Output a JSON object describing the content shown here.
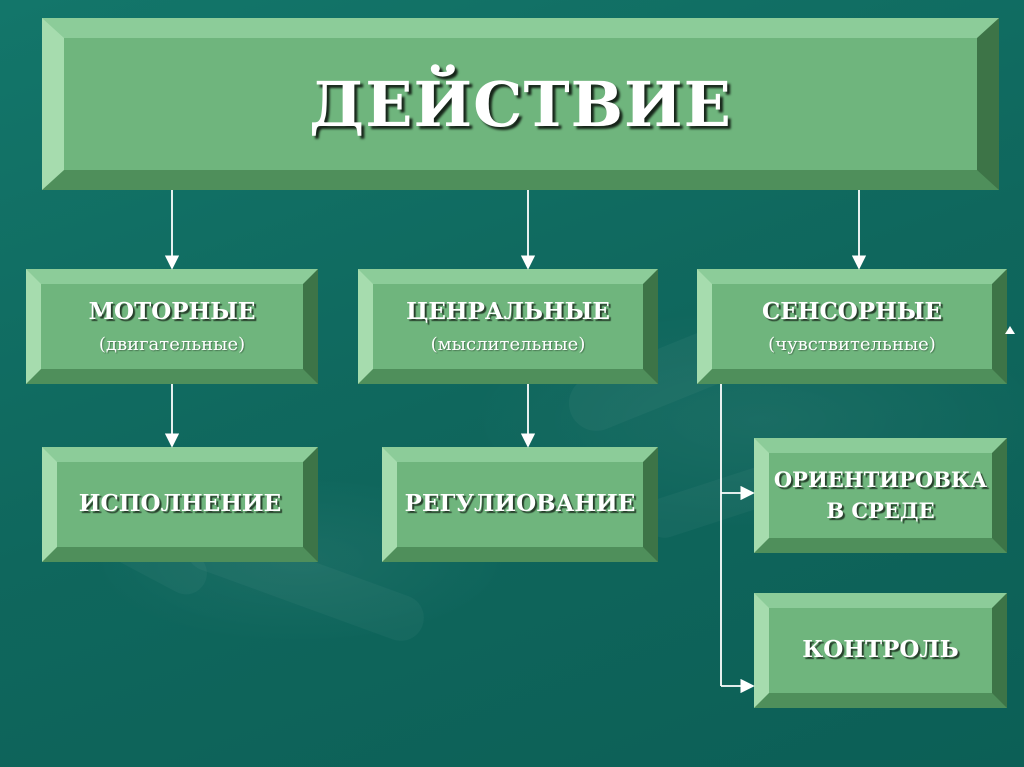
{
  "diagram": {
    "title": "ДЕЙСТВИЕ",
    "branches": [
      {
        "title": "МОТОРНЫЕ",
        "subtitle": "(двигательные)",
        "child": "ИСПОЛНЕНИЕ"
      },
      {
        "title": "ЦЕНРАЛЬНЫЕ",
        "subtitle": "(мыслительные)",
        "child": "РЕГУЛИОВАНИЕ"
      },
      {
        "title": "СЕНСОРНЫЕ",
        "subtitle": "(чувствительные)",
        "children": [
          {
            "line1": "ОРИЕНТИРОВКА",
            "line2": "В СРЕДЕ"
          },
          {
            "line1": "КОНТРОЛЬ"
          }
        ]
      }
    ]
  },
  "colors": {
    "background": "#0f6a5f",
    "box_fill": "#6fb57d",
    "text": "#ffffff"
  }
}
